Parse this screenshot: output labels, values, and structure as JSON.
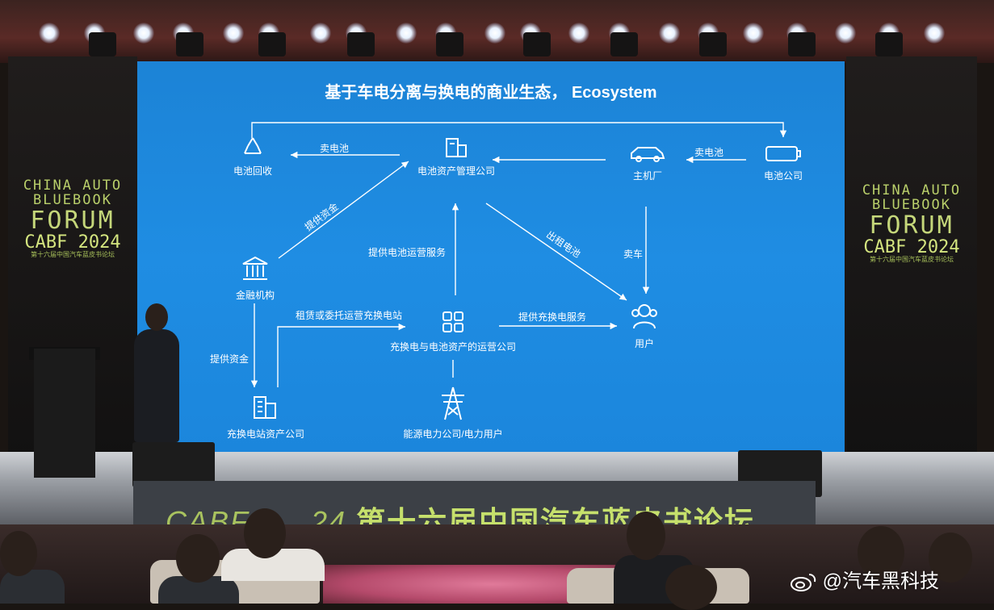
{
  "slide": {
    "title": "基于车电分离与换电的商业生态， Ecosystem",
    "nodes": {
      "recycle": "电池回收",
      "asset_mgmt": "电池资产管理公司",
      "oem": "主机厂",
      "battery_co": "电池公司",
      "finance": "金融机构",
      "operator": "充换电与电池资产的运营公司",
      "user": "用户",
      "station_asset": "充换电站资产公司",
      "energy": "能源电力公司/电力用户"
    },
    "edges": {
      "sell_battery_left": "卖电池",
      "sell_battery_right": "卖电池",
      "provide_funds_diag": "提供资金",
      "provide_ops": "提供电池运营服务",
      "rent_battery": "出租电池",
      "sell_car": "卖车",
      "lease_station": "租赁或委托运营充换电站",
      "provide_charge": "提供充换电服务",
      "provide_funds_down": "提供资金"
    },
    "icons": [
      "recycle-icon",
      "battery-station-icon",
      "car-icon",
      "battery-icon",
      "bank-icon",
      "grid-icon",
      "users-icon",
      "building-icon",
      "power-tower-icon"
    ]
  },
  "side_logo": {
    "line1": "CHINA AUTO",
    "line2": "BLUEBOOK",
    "line3": "FORUM",
    "line4": "CABF 2024",
    "line5": "第十六届中国汽车蓝皮书论坛"
  },
  "banner": {
    "cabf": "CABF",
    "year_fragment": "24",
    "text": "第十六届中国汽车蓝皮书论坛"
  },
  "watermark": "@汽车黑科技",
  "colors": {
    "screen_blue": "#1f8de3",
    "logo_green": "#c5d77a",
    "banner_dark": "#3c4046"
  }
}
